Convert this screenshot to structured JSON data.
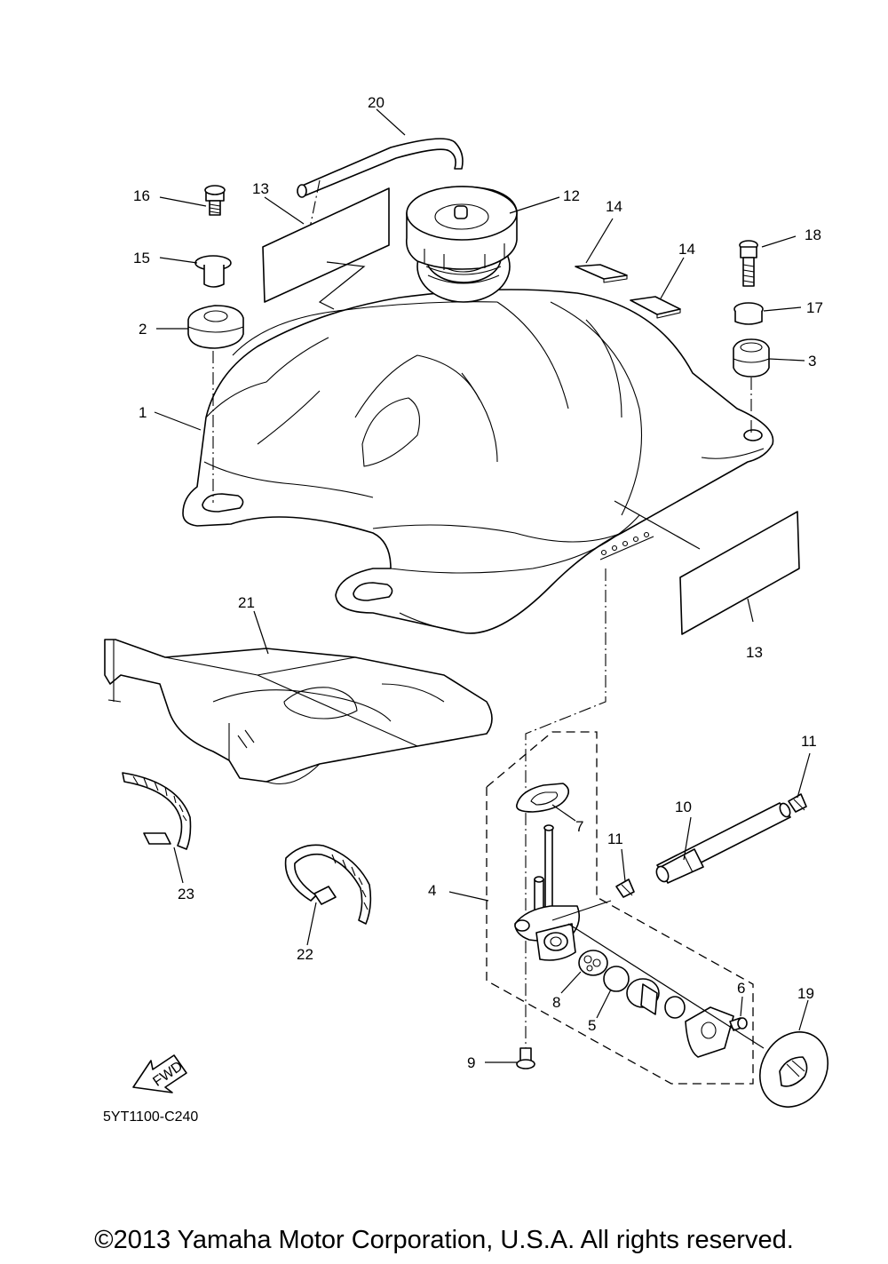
{
  "diagram": {
    "part_code": "5YT1100-C240",
    "fwd_label": "FWD",
    "callouts": {
      "c1": "1",
      "c2": "2",
      "c3": "3",
      "c4": "4",
      "c5": "5",
      "c6": "6",
      "c7": "7",
      "c8": "8",
      "c9": "9",
      "c10": "10",
      "c11a": "11",
      "c11b": "11",
      "c12": "12",
      "c13a": "13",
      "c13b": "13",
      "c14a": "14",
      "c14b": "14",
      "c15": "15",
      "c16": "16",
      "c17": "17",
      "c18": "18",
      "c19": "19",
      "c20": "20",
      "c21": "21",
      "c22": "22",
      "c23": "23"
    }
  },
  "footer": {
    "copyright": "©2013 Yamaha Motor Corporation, U.S.A. All rights reserved."
  }
}
